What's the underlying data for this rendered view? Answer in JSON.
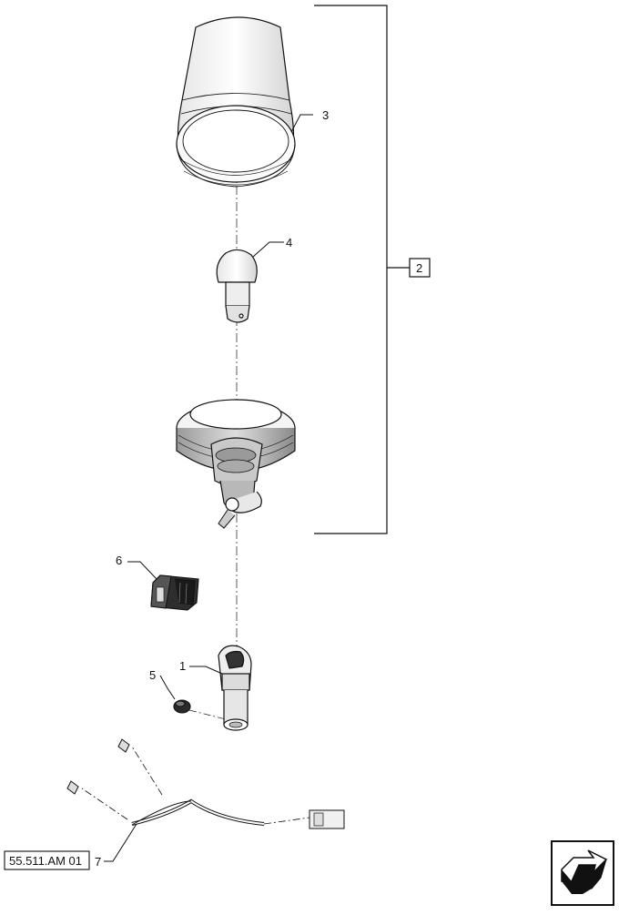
{
  "diagram": {
    "callouts": [
      {
        "id": "1",
        "label": "1"
      },
      {
        "id": "2",
        "label": "2"
      },
      {
        "id": "3",
        "label": "3"
      },
      {
        "id": "4",
        "label": "4"
      },
      {
        "id": "5",
        "label": "5"
      },
      {
        "id": "6",
        "label": "6"
      },
      {
        "id": "7",
        "label": "7"
      }
    ],
    "reference": {
      "label": "55.511.AM 01"
    }
  },
  "icons": {
    "nav": "return-arrow-icon"
  },
  "colors": {
    "line": "#111111",
    "background": "#ffffff"
  }
}
